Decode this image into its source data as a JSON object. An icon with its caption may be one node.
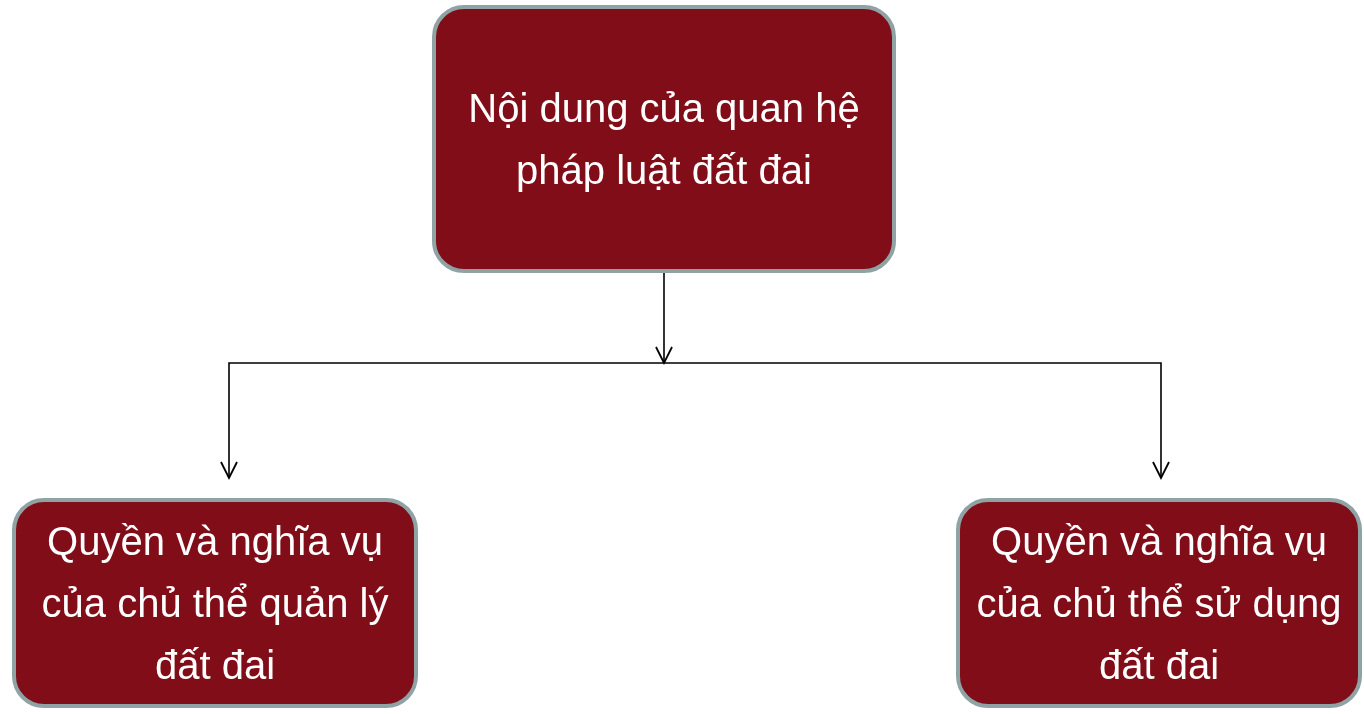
{
  "diagram": {
    "nodes": [
      {
        "text": [
          "Nội dung của quan hệ pháp luật đất đai"
        ]
      },
      {
        "text": [
          "Quyền và nghĩa vụ của chủ thể quản lý đất đai"
        ]
      },
      {
        "text": [
          "Quyền và nghĩa vụ của chủ thể sử dụng đất đai"
        ]
      }
    ],
    "edges": [
      {
        "from": 0,
        "to": 1,
        "arrow": "to"
      },
      {
        "from": 0,
        "to": 2,
        "arrow": "to"
      }
    ]
  }
}
